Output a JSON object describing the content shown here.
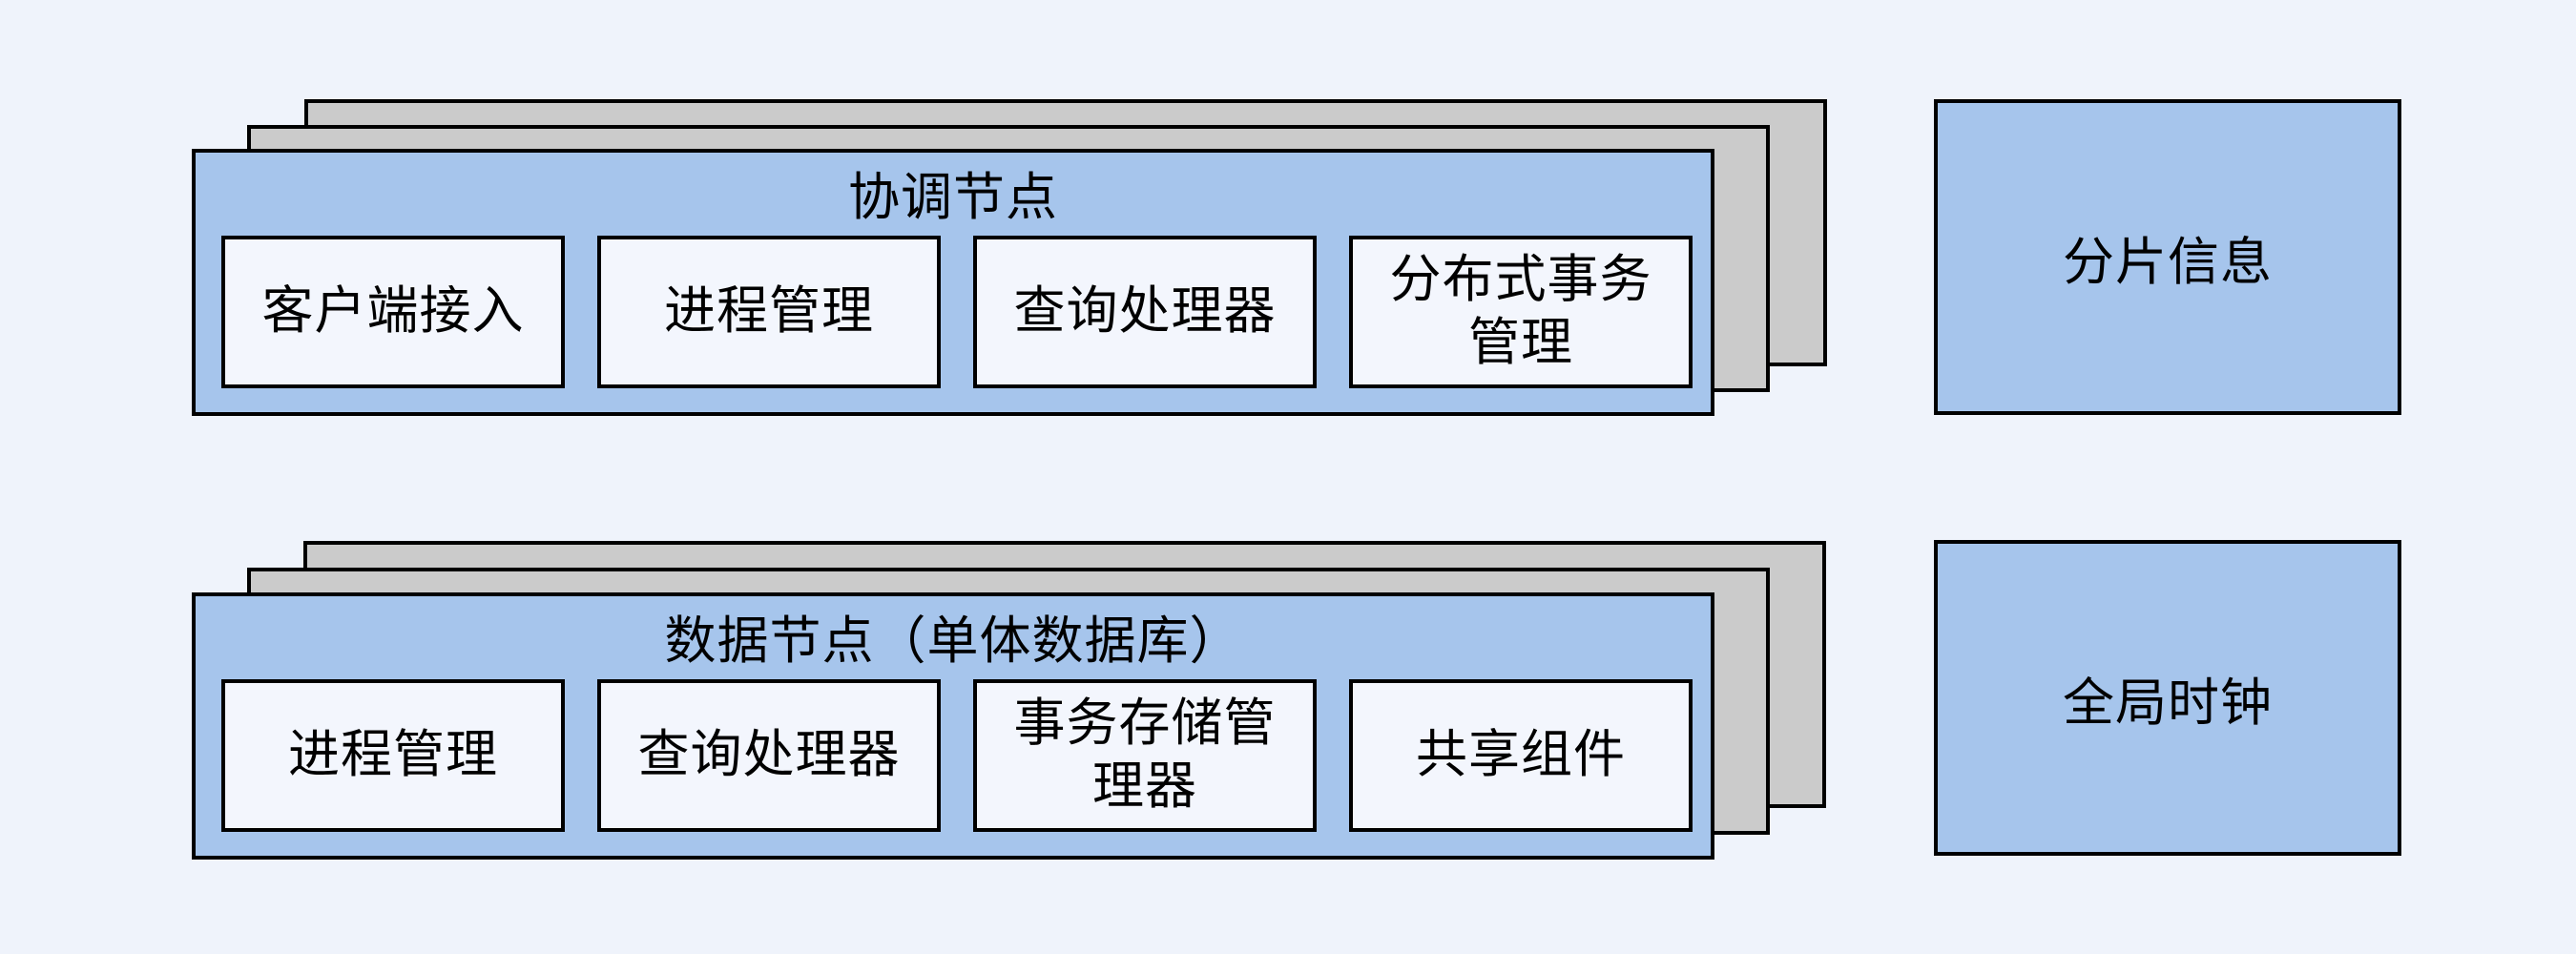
{
  "colors": {
    "background": "#eff3fb",
    "card_blue": "#a6c5ec",
    "card_gray": "#cbcbcb",
    "module_fill": "#f3f6fd",
    "border": "#000000"
  },
  "coordinator_node": {
    "title": "协调节点",
    "modules": [
      "客户端接入",
      "进程管理",
      "查询处理器",
      "分布式事务\n管理"
    ]
  },
  "data_node": {
    "title": "数据节点（单体数据库）",
    "modules": [
      "进程管理",
      "查询处理器",
      "事务存储管\n理器",
      "共享组件"
    ]
  },
  "side_boxes": {
    "shard_info": "分片信息",
    "global_clock": "全局时钟"
  }
}
